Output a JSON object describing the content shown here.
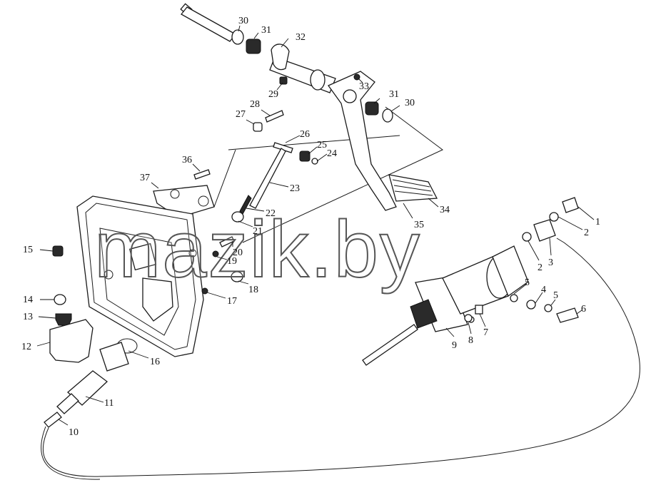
{
  "watermark": "mazik.by",
  "part_labels": [
    "1",
    "2",
    "2",
    "3",
    "4",
    "5",
    "5",
    "6",
    "7",
    "8",
    "9",
    "10",
    "11",
    "12",
    "13",
    "14",
    "15",
    "16",
    "17",
    "18",
    "19",
    "20",
    "21",
    "22",
    "23",
    "24",
    "25",
    "26",
    "27",
    "28",
    "29",
    "30",
    "30",
    "31",
    "31",
    "32",
    "33",
    "34",
    "35",
    "36",
    "37"
  ]
}
